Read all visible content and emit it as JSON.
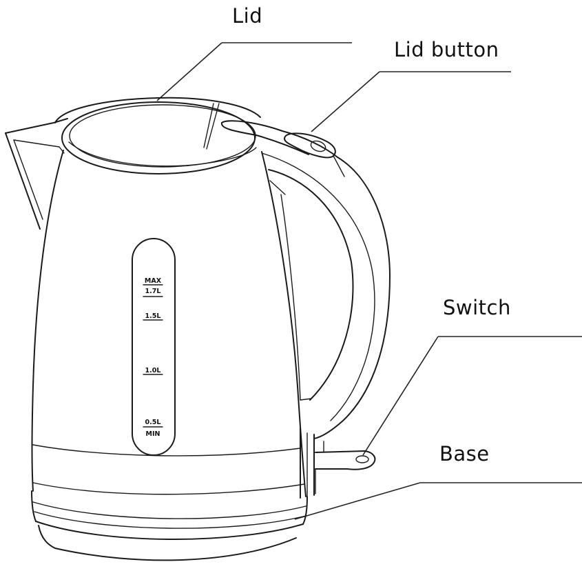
{
  "callouts": {
    "lid": "Lid",
    "lid_button": "Lid button",
    "switch": "Switch",
    "base": "Base"
  },
  "water_window": {
    "max_label": "MAX",
    "max_volume": "1.7L",
    "mark_1": "1.5L",
    "mark_2": "1.0L",
    "mark_3": "0.5L",
    "min_label": "MIN"
  }
}
